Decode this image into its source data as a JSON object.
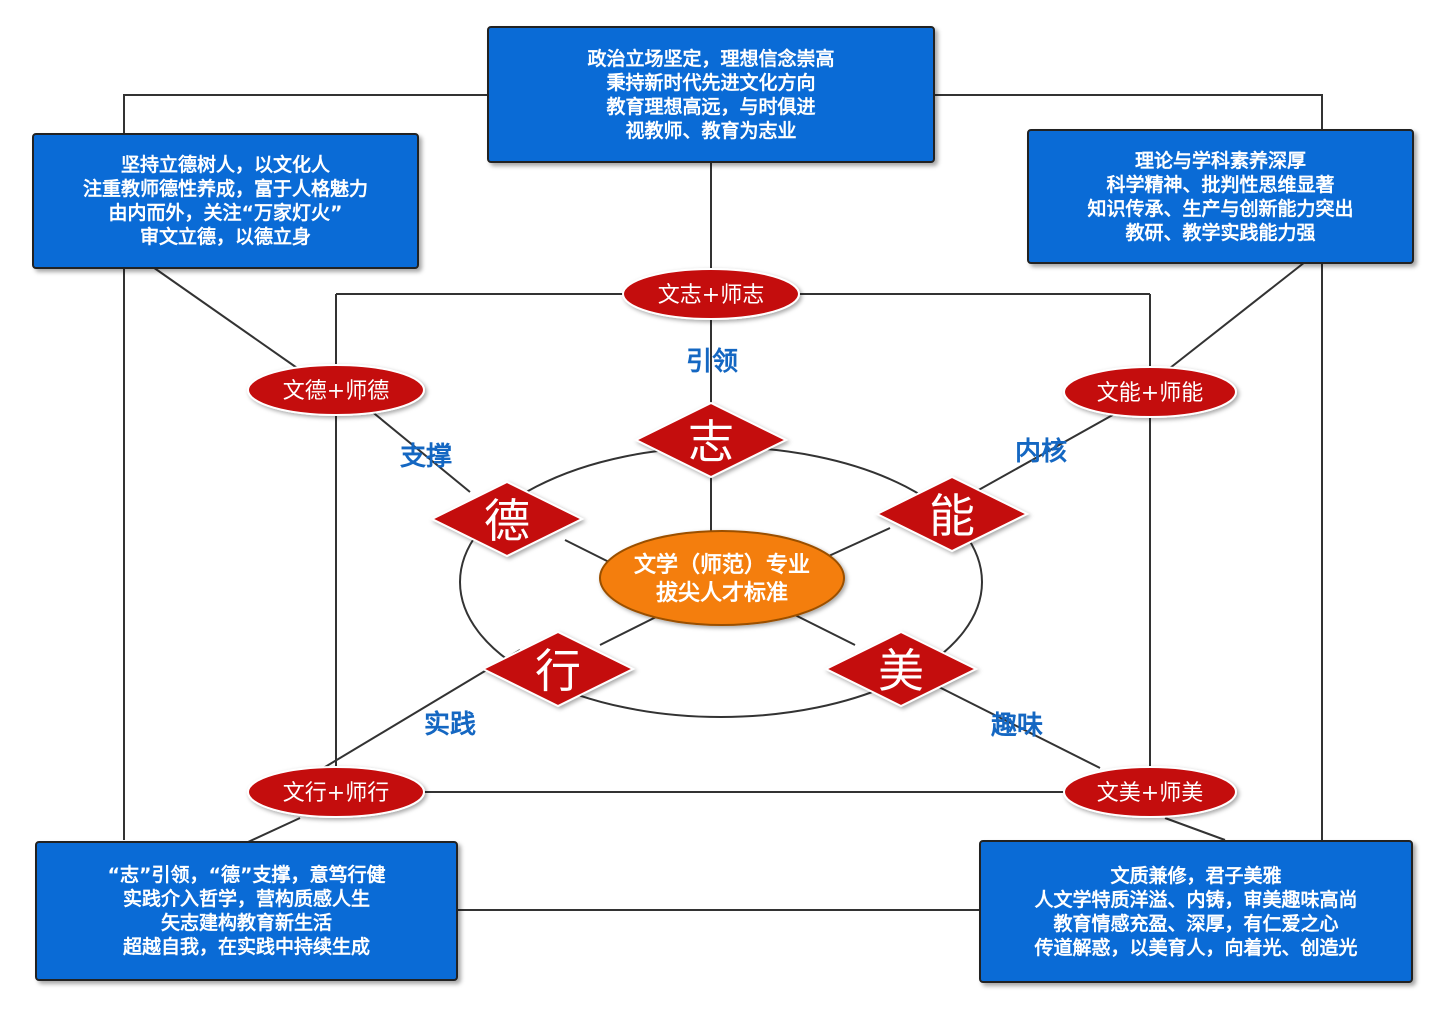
{
  "colors": {
    "box_fill": "#0a6bd6",
    "node_red": "#c4080a",
    "center_orange": "#f47e08",
    "label_blue": "#1467c2",
    "line": "#333333"
  },
  "boxes": {
    "top": [
      "政治立场坚定，理想信念崇高",
      "秉持新时代先进文化方向",
      "教育理想高远，与时俱进",
      "视教师、教育为志业"
    ],
    "top_left": [
      "坚持立德树人，以文化人",
      "注重教师德性养成，富于人格魅力",
      "由内而外，关注“万家灯火”",
      "审文立德，以德立身"
    ],
    "top_right": [
      "理论与学科素养深厚",
      "科学精神、批判性思维显著",
      "知识传承、生产与创新能力突出",
      "教研、教学实践能力强"
    ],
    "bottom_left": [
      "“志”引领，“德”支撑，意笃行健",
      "实践介入哲学，营构质感人生",
      "矢志建构教育新生活",
      "超越自我，在实践中持续生成"
    ],
    "bottom_right": [
      "文质兼修，君子美雅",
      "人文学特质洋溢、内铸，审美趣味高尚",
      "教育情感充盈、深厚，有仁爱之心",
      "传道解惑，以美育人，向着光、创造光"
    ]
  },
  "ovals": {
    "zhi": "文志+师志",
    "de": "文德+师德",
    "neng": "文能+师能",
    "xing": "文行+师行",
    "mei": "文美+师美"
  },
  "diamonds": {
    "zhi": "志",
    "de": "德",
    "neng": "能",
    "xing": "行",
    "mei": "美"
  },
  "edge_labels": {
    "zhi": "引领",
    "de": "支撑",
    "neng": "内核",
    "xing": "实践",
    "mei": "趣味"
  },
  "center": [
    "文学（师范）专业",
    "拔尖人才标准"
  ]
}
